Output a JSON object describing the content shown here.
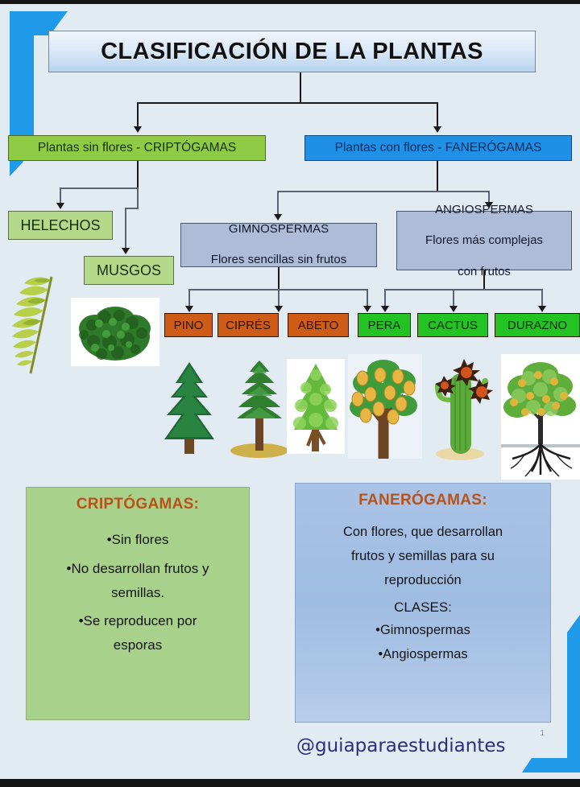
{
  "poster": {
    "title": "CLASIFICACIÓN DE LA PLANTAS",
    "handle": "@guiaparaestudiantes",
    "page_number": "1",
    "background_color": "#e2eaf2",
    "accent_blue": "#1f90e6"
  },
  "flow": {
    "level1": [
      {
        "id": "criptogamas",
        "label": "Plantas sin flores  - CRIPTÓGAMAS",
        "color": "#8fcb45"
      },
      {
        "id": "fanerogamas",
        "label": "Plantas con flores  - FANERÓGAMAS",
        "color": "#1f90e6"
      }
    ],
    "criptogamas_children": [
      {
        "id": "helechos",
        "label": "HELECHOS",
        "color": "#b5d98a"
      },
      {
        "id": "musgos",
        "label": "MUSGOS",
        "color": "#b5d98a"
      }
    ],
    "fanerogamas_children": [
      {
        "id": "gimnospermas",
        "title": "GIMNOSPERMAS",
        "subtitle": "Flores sencillas sin frutos",
        "color": "#aebcd8"
      },
      {
        "id": "angiospermas",
        "title": "ANGIOSPERMAS",
        "subtitle_line1": "Flores más complejas",
        "subtitle_line2": "con frutos",
        "color": "#aebcd8"
      }
    ],
    "gimnospermas_examples": [
      {
        "label": "PINO",
        "color": "#ce5c17"
      },
      {
        "label": "CIPRÉS",
        "color": "#ce5c17"
      },
      {
        "label": "ABETO",
        "color": "#ce5c17"
      }
    ],
    "angiospermas_examples": [
      {
        "label": "PERA",
        "color": "#24c324"
      },
      {
        "label": "CACTUS",
        "color": "#24c324"
      },
      {
        "label": "DURAZNO",
        "color": "#24c324"
      }
    ]
  },
  "panels": {
    "criptogamas": {
      "heading": "CRIPTÓGAMAS:",
      "bullets": [
        "•Sin flores",
        "•No desarrollan frutos y",
        "semillas.",
        "•Se reproducen  por",
        "esporas"
      ]
    },
    "fanerogamas": {
      "heading": "FANERÓGAMAS:",
      "lines": [
        "Con flores,  que desarrollan",
        "frutos y semillas para  su",
        "reproducción"
      ],
      "clases_label": "CLASES:",
      "clases": [
        "•Gimnospermas",
        "•Angiospermas"
      ]
    }
  },
  "artwork": [
    {
      "name": "fern-frond-illustration",
      "subject": "helecho"
    },
    {
      "name": "moss-clump-photo",
      "subject": "musgo"
    },
    {
      "name": "pine-tree-illustration",
      "subject": "pino"
    },
    {
      "name": "cypress-tree-illustration",
      "subject": "ciprés"
    },
    {
      "name": "fir-tree-illustration",
      "subject": "abeto"
    },
    {
      "name": "pear-tree-illustration",
      "subject": "pera"
    },
    {
      "name": "cactus-illustration",
      "subject": "cactus"
    },
    {
      "name": "peach-tree-illustration",
      "subject": "durazno"
    }
  ]
}
